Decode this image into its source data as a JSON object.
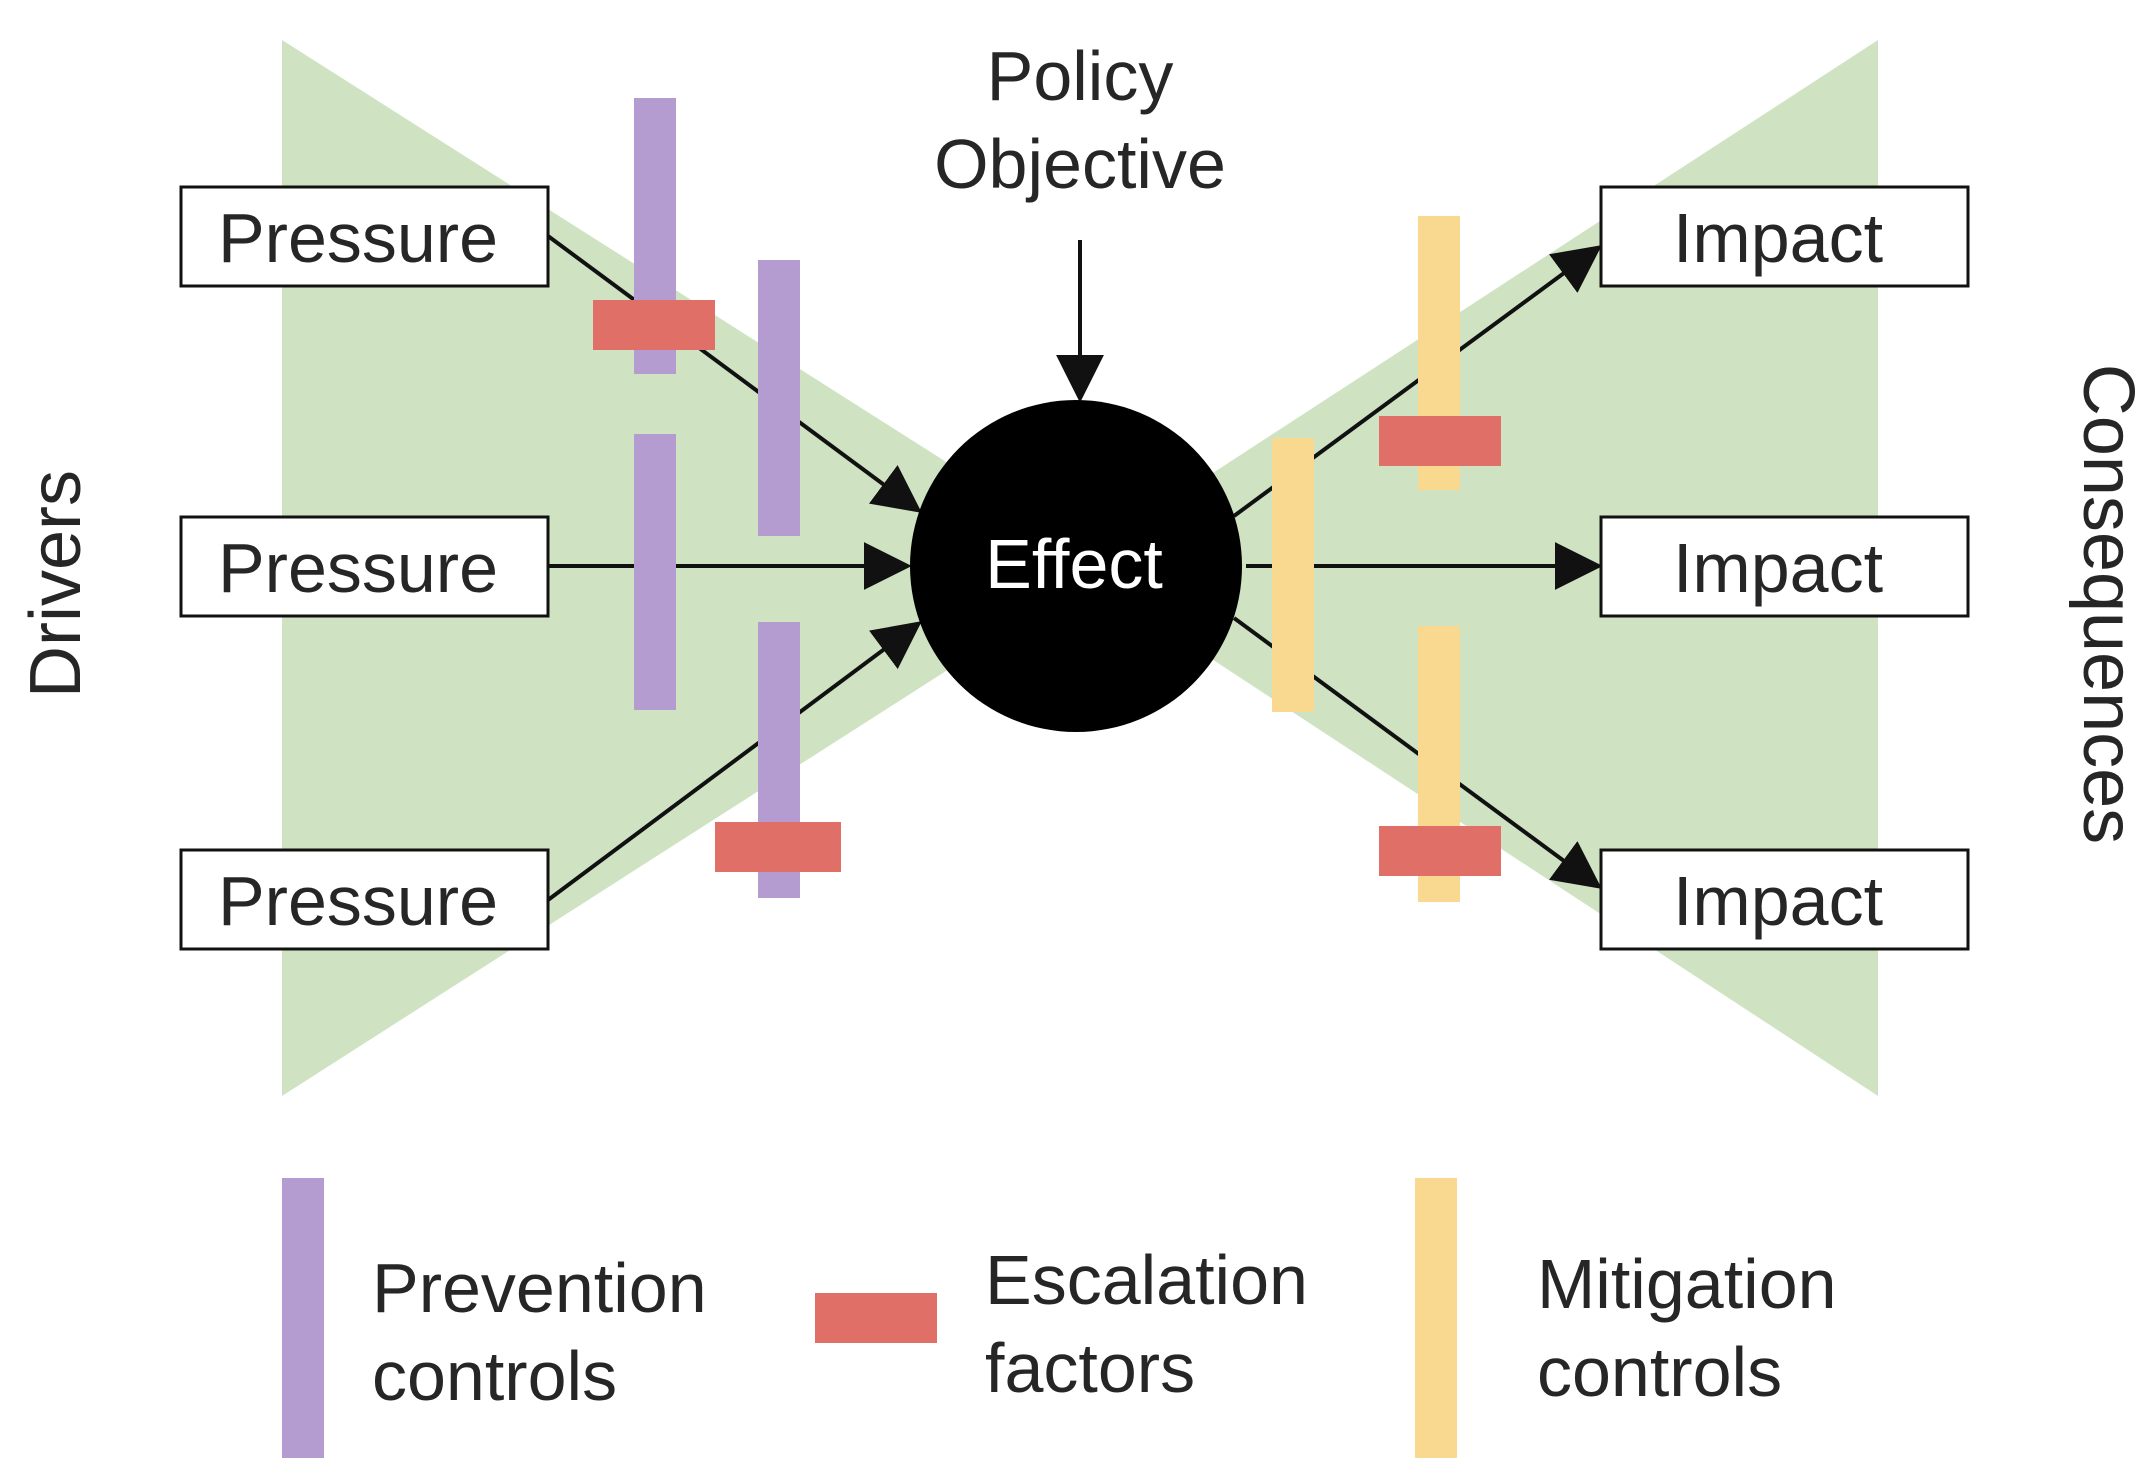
{
  "drivers_label": "Drivers",
  "consequences_label": "Consequences",
  "policy_objective": [
    "Policy",
    "Objective"
  ],
  "effect_label": "Effect",
  "pressures": [
    "Pressure",
    "Pressure",
    "Pressure"
  ],
  "impacts": [
    "Impact",
    "Impact",
    "Impact"
  ],
  "legend": {
    "prevention": [
      "Prevention",
      "controls"
    ],
    "escalation": [
      "Escalation",
      "factors"
    ],
    "mitigation": [
      "Mitigation",
      "controls"
    ]
  },
  "colors": {
    "triangle": "#cfe3c2",
    "prevention": "#b49bd0",
    "escalation": "#e07067",
    "mitigation": "#f9d98f",
    "effect": "#000000"
  }
}
